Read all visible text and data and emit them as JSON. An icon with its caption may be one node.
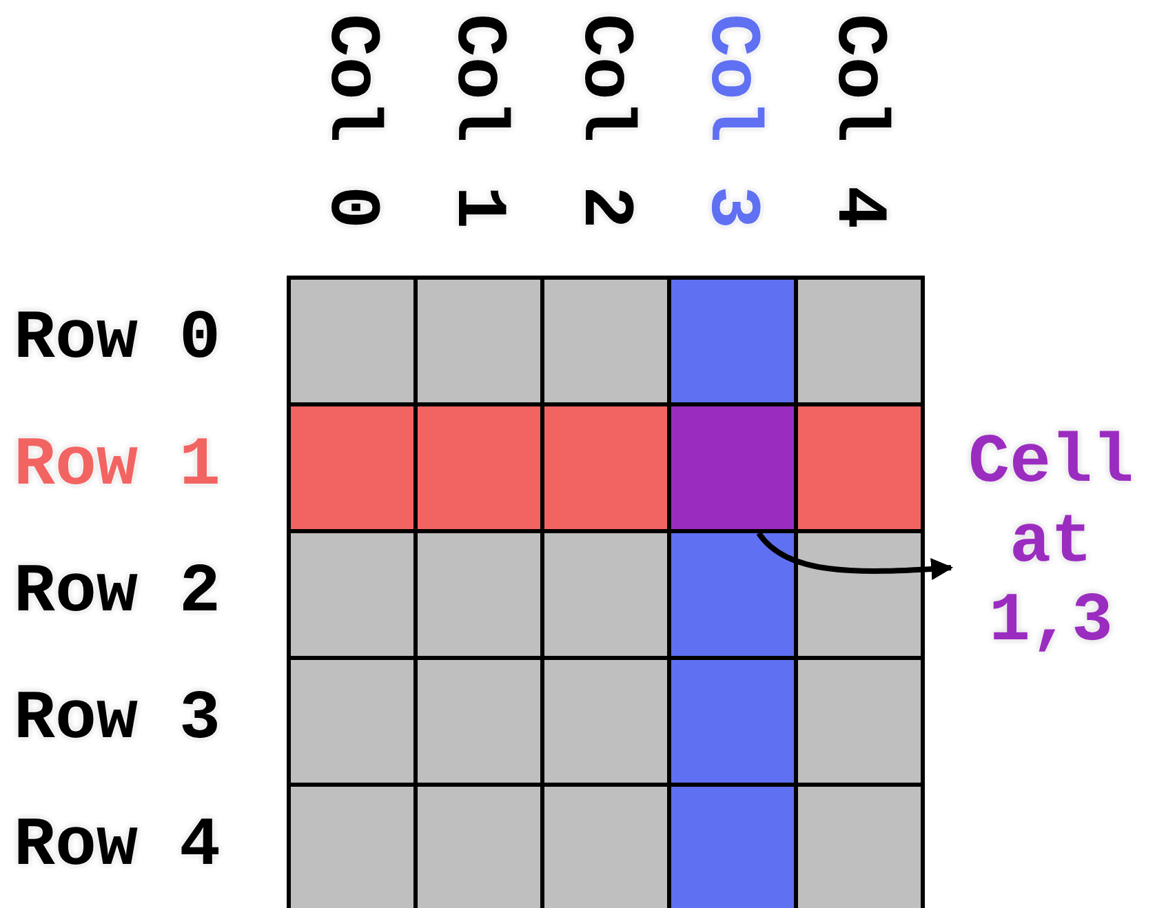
{
  "diagram": {
    "nodes": [
      {
        "text": [],
        "shape": "box"
      },
      {
        "text": [
          "Cell at 1,3"
        ]
      }
    ],
    "edges": [
      {
        "from": 0,
        "to": 1,
        "arrow": "to"
      }
    ],
    "labels": [
      "Col 0",
      "Col 1",
      "Col 2",
      "Col 3",
      "Col 4",
      "Row 0",
      "Row 1",
      "Row 2",
      "Row 3",
      "Row 4"
    ]
  }
}
